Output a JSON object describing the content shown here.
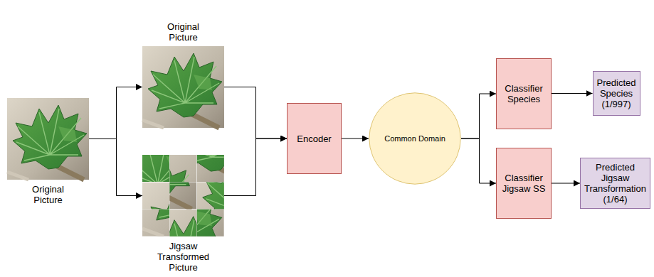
{
  "diagram": {
    "nodes": [
      {
        "text": [
          "Original Picture"
        ]
      },
      {
        "text": [
          "Original Picture"
        ]
      },
      {
        "text": [
          "Jigsaw Transformed Picture"
        ]
      },
      {
        "text": [
          "Encoder"
        ]
      },
      {
        "text": [
          "Common Domain"
        ]
      },
      {
        "text": [
          "Classifier Species"
        ]
      },
      {
        "text": [
          "Classifier Jigsaw SS"
        ]
      },
      {
        "text": [
          "Predicted Species (1/997)"
        ]
      },
      {
        "text": [
          "Predicted Jigsaw Transformation (1/64)"
        ]
      }
    ],
    "edges": [
      {
        "from": 0,
        "to": 1,
        "arrow": "to"
      },
      {
        "from": 0,
        "to": 2,
        "arrow": "to"
      },
      {
        "from": 1,
        "to": 3,
        "arrow": "to"
      },
      {
        "from": 2,
        "to": 3,
        "arrow": "to"
      },
      {
        "from": 3,
        "to": 4,
        "arrow": "to"
      },
      {
        "from": 4,
        "to": 5,
        "arrow": "to"
      },
      {
        "from": 4,
        "to": 6,
        "arrow": "to"
      },
      {
        "from": 5,
        "to": 7,
        "arrow": "to"
      },
      {
        "from": 6,
        "to": 8,
        "arrow": "to"
      }
    ]
  }
}
